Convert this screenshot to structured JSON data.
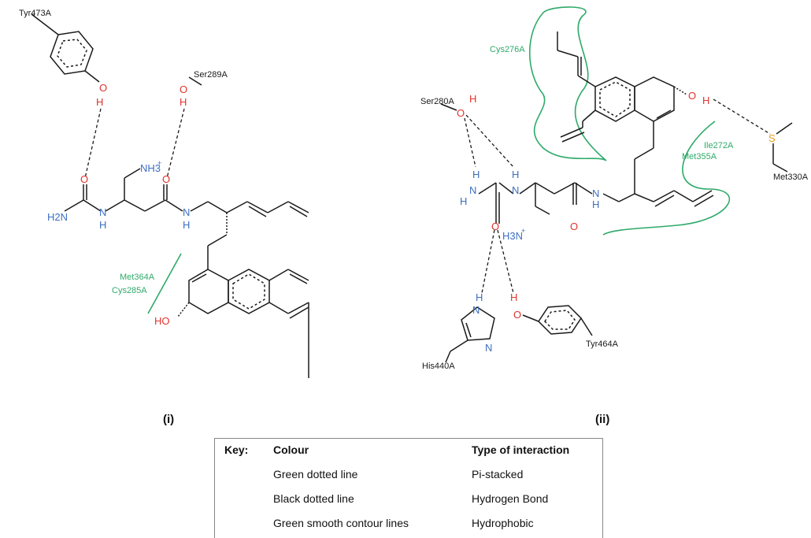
{
  "panels": [
    {
      "label": "(i)",
      "residues": [
        "Tyr473A",
        "Ser289A",
        "Met364A",
        "Cys285A"
      ],
      "atoms": {
        "nh3": "NH3",
        "nh3_charge": "+",
        "h2n": "H2N",
        "ho": "HO"
      }
    },
    {
      "label": "(ii)",
      "residues": [
        "Cys276A",
        "Ser280A",
        "Ile272A",
        "Met355A",
        "Met330A",
        "His440A",
        "Tyr464A"
      ],
      "atoms": {
        "h3n": "H3N",
        "h3n_charge": "+",
        "s": "S"
      }
    }
  ],
  "key": {
    "title": "Key:",
    "col_colour": "Colour",
    "col_type": "Type of interaction",
    "rows": [
      {
        "colour": "Green dotted line",
        "type": "Pi-stacked"
      },
      {
        "colour": "Black dotted line",
        "type": "Hydrogen Bond"
      },
      {
        "colour": "Green smooth contour lines",
        "type": "Hydrophobic"
      }
    ]
  }
}
